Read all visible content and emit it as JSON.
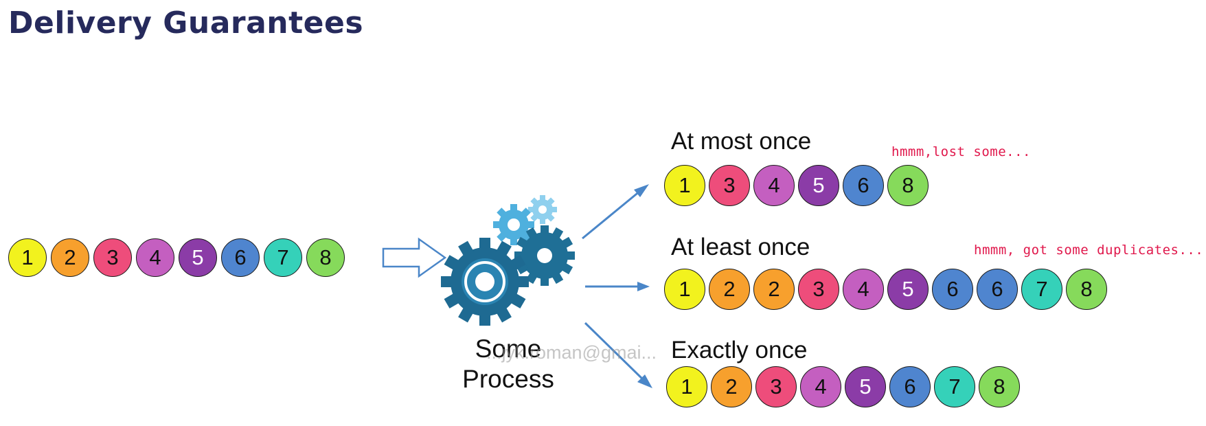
{
  "title": "Delivery Guarantees",
  "process_label_line1": "Some",
  "process_label_line2": "Process",
  "watermark": "...jyk.roman@gmai...",
  "colors": {
    "1": "#f2f21e",
    "2": "#f7a02d",
    "3": "#ee4d7b",
    "4": "#c45fc0",
    "5": "#8b3ca7",
    "6": "#4f85cf",
    "7": "#35d1b9",
    "8": "#86da5b",
    "arrow": "#4a86c8",
    "title": "#262a5c",
    "note": "#e0174b"
  },
  "input_sequence": [
    "1",
    "2",
    "3",
    "4",
    "5",
    "6",
    "7",
    "8"
  ],
  "outputs": [
    {
      "label": "At most once",
      "note": "hmmm,lost some...",
      "sequence": [
        "1",
        "3",
        "4",
        "5",
        "6",
        "8"
      ]
    },
    {
      "label": "At least once",
      "note": "hmmm, got some duplicates...",
      "sequence": [
        "1",
        "2",
        "2",
        "3",
        "4",
        "5",
        "6",
        "6",
        "7",
        "8"
      ]
    },
    {
      "label": "Exactly once",
      "note": "",
      "sequence": [
        "1",
        "2",
        "3",
        "4",
        "5",
        "6",
        "7",
        "8"
      ]
    }
  ],
  "icons": {
    "hollow_arrow": "hollow-right-arrow-icon",
    "gears": "gears-icon",
    "flow_arrow": "arrow-icon"
  }
}
